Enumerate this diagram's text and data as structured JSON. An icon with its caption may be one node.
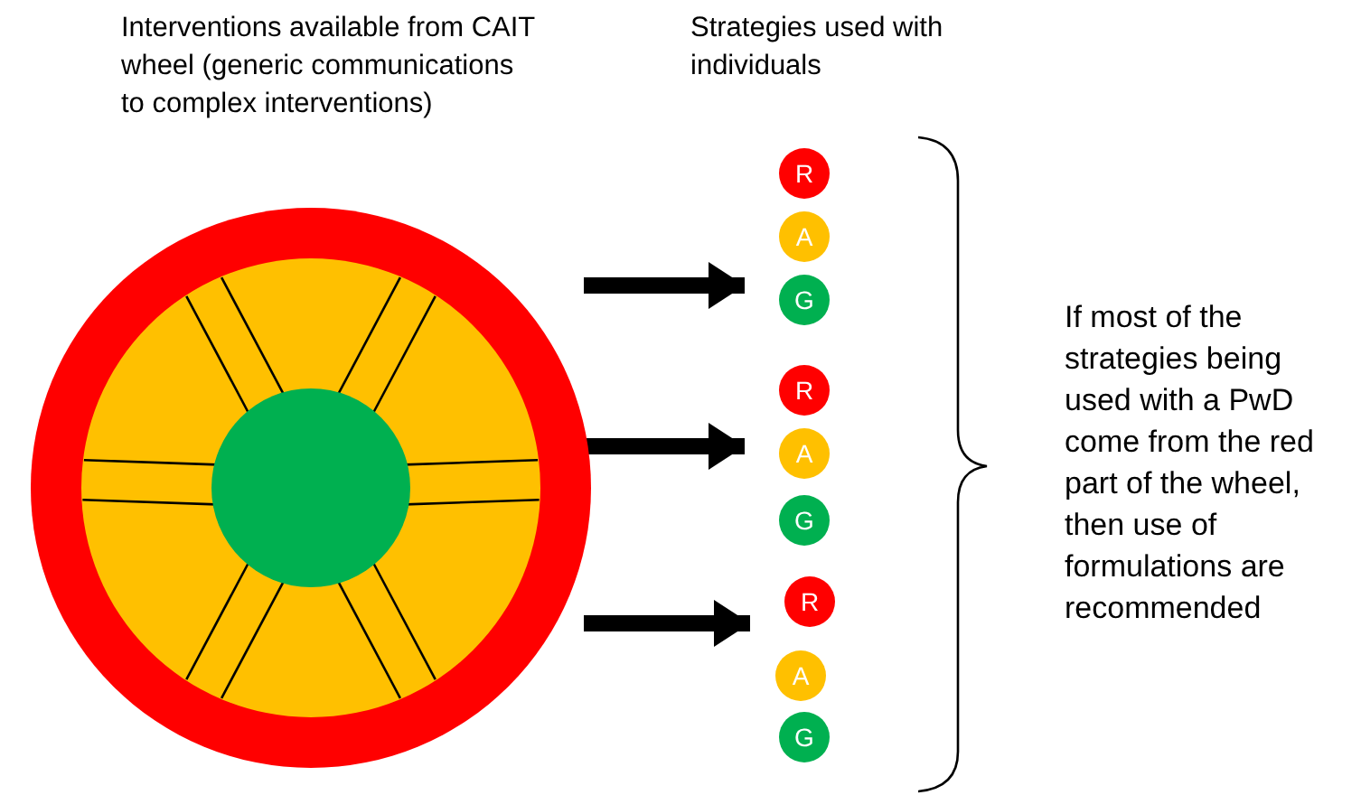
{
  "diagram": {
    "nodes": [
      {
        "text": [],
        "shape": "circle"
      },
      {
        "text": [
          "R"
        ]
      },
      {
        "text": [
          "A"
        ]
      },
      {
        "text": [
          "G"
        ]
      },
      {
        "text": [
          "R"
        ]
      },
      {
        "text": [
          "A"
        ]
      },
      {
        "text": [
          "G"
        ]
      },
      {
        "text": [
          "R"
        ]
      },
      {
        "text": [
          "A"
        ]
      },
      {
        "text": [
          "G"
        ]
      }
    ],
    "edges": [
      {
        "from": 0,
        "to": 3,
        "arrow": "to"
      },
      {
        "from": 0,
        "to": 5,
        "arrow": "to"
      },
      {
        "from": 0,
        "to": 7,
        "arrow": "to"
      }
    ],
    "labels": [
      "Interventions available from CAIT wheel (generic communications to complex interventions)",
      "Strategies used with individuals",
      "If most of the strategies being used with a PwD come from the red part of the wheel, then use of formulations are recommended"
    ]
  }
}
